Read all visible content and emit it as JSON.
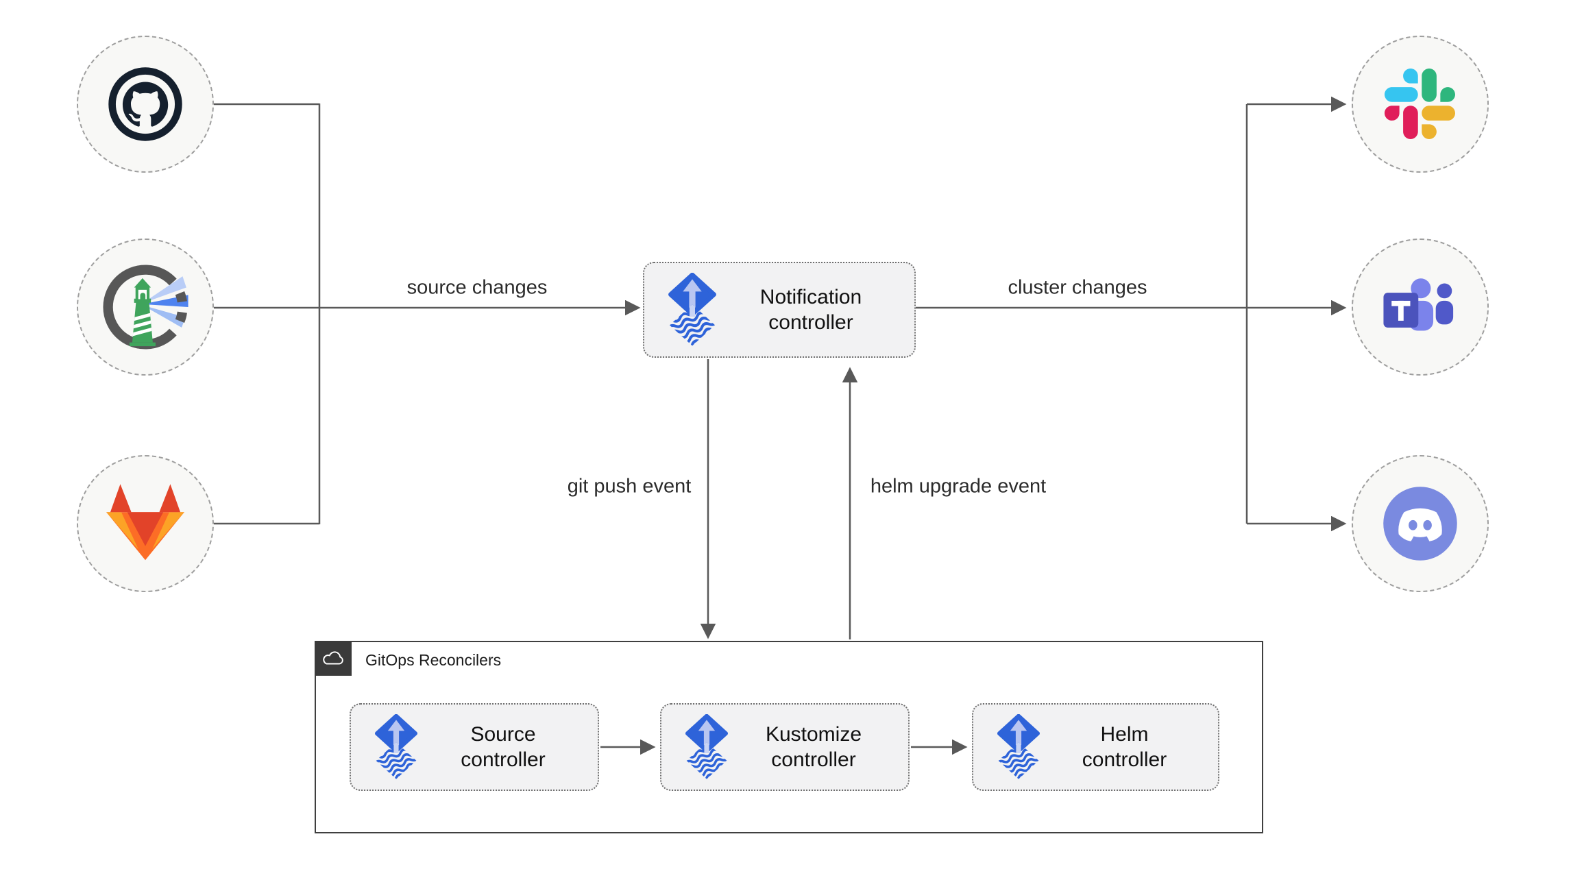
{
  "edges": {
    "source_changes": "source changes",
    "cluster_changes": "cluster changes",
    "git_push": "git push event",
    "helm_upgrade": "helm upgrade event"
  },
  "nodes": {
    "notification": {
      "line1": "Notification",
      "line2": "controller"
    },
    "source": {
      "line1": "Source",
      "line2": "controller"
    },
    "kustomize": {
      "line1": "Kustomize",
      "line2": "controller"
    },
    "helm": {
      "line1": "Helm",
      "line2": "controller"
    }
  },
  "container": {
    "title": "GitOps Reconcilers",
    "badge_icon": "cloud-icon"
  },
  "source_icons": [
    "github-icon",
    "harbor-icon",
    "gitlab-icon"
  ],
  "target_icons": [
    "slack-icon",
    "teams-icon",
    "discord-icon"
  ],
  "colors": {
    "connector": "#595959",
    "node_fill": "#f2f2f3",
    "node_border": "#6e6e6e",
    "circle_fill": "#f8f8f6",
    "circle_border": "#9e9e9e",
    "container_border": "#3f3f3f",
    "badge_bg": "#3a3a3a",
    "flux_blue": "#2e63d9",
    "flux_arrow_light": "#b9c6f1",
    "slack_blue": "#36C5F0",
    "slack_green": "#2EB67D",
    "slack_yellow": "#ECB22E",
    "slack_red": "#E01E5A",
    "teams_purple": "#4b53bc",
    "teams_light": "#7b83eb",
    "discord_blurple": "#7a8ae0",
    "gitlab_red": "#e24329",
    "gitlab_orange": "#fc6d26",
    "gitlab_yellow": "#fca326",
    "harbor_green": "#3fa45c",
    "harbor_gray": "#575757",
    "github_dark": "#15202e"
  }
}
